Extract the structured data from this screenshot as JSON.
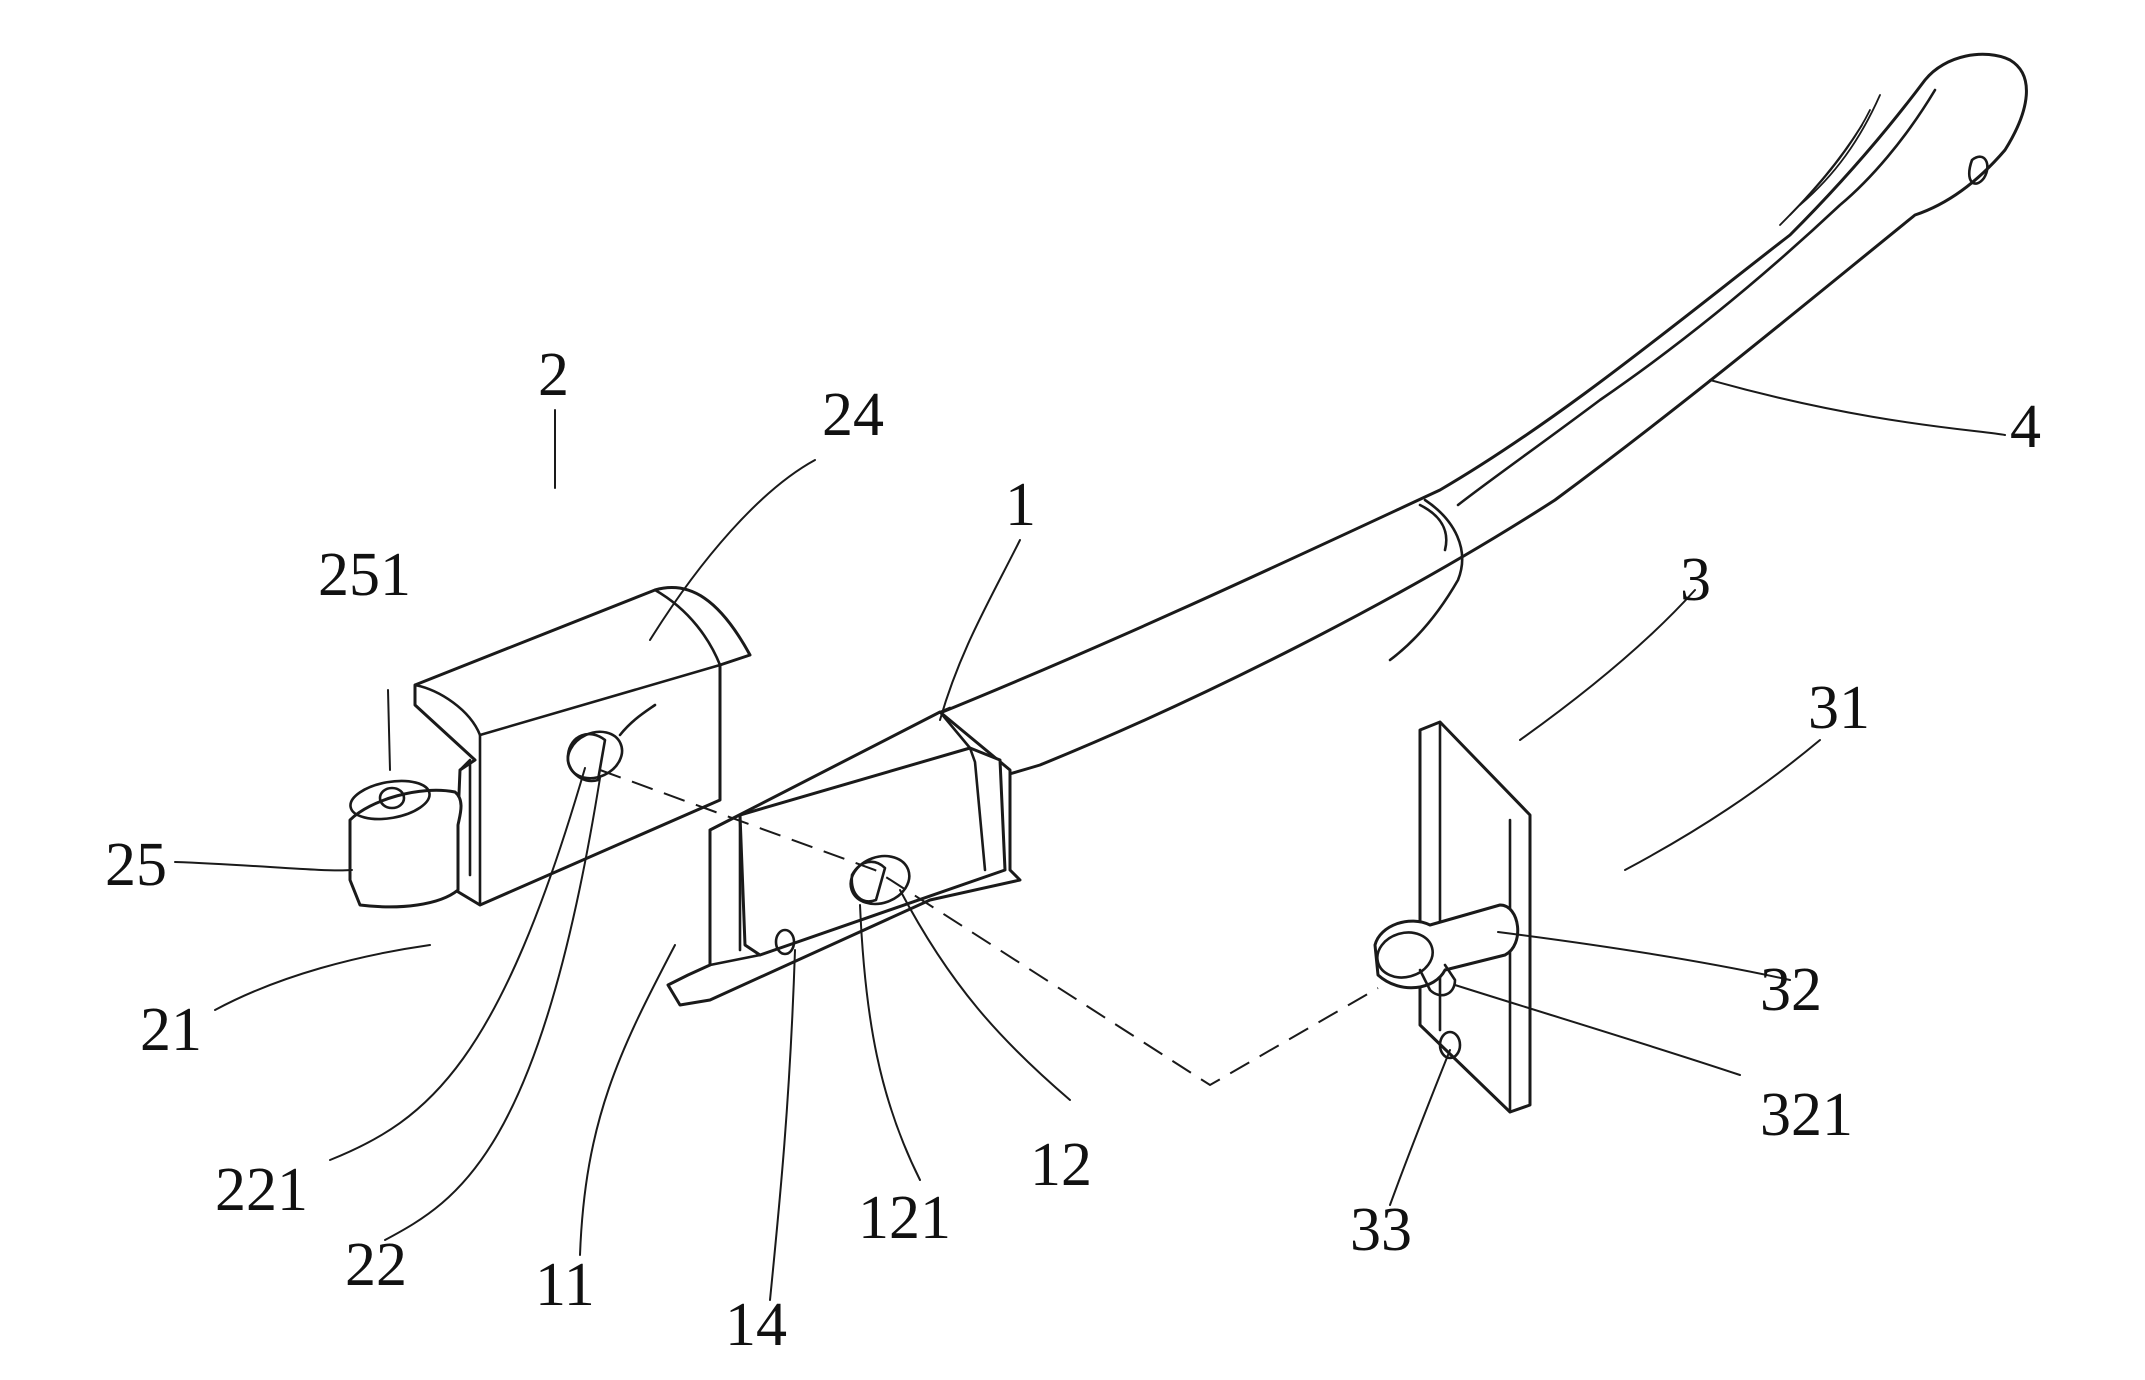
{
  "figure": {
    "labels": {
      "l1": "1",
      "l2": "2",
      "l3": "3",
      "l4": "4",
      "l11": "11",
      "l12": "12",
      "l14": "14",
      "l21": "21",
      "l22": "22",
      "l24": "24",
      "l25": "25",
      "l31": "31",
      "l32": "32",
      "l33": "33",
      "l121": "121",
      "l221": "221",
      "l251": "251",
      "l321": "321"
    }
  }
}
